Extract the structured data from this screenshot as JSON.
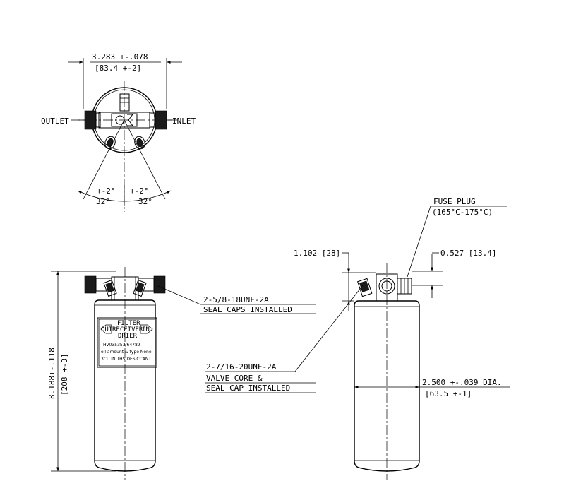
{
  "top_view": {
    "width_dim_in": "3.283 +-.078",
    "width_dim_mm": "[83.4 +-2]",
    "outlet_label": "OUTLET",
    "inlet_label": "INLET",
    "angle_left_tol": "+-2°",
    "angle_left": "32°",
    "angle_right_tol": "+-2°",
    "angle_right": "32°"
  },
  "front_view": {
    "height_dim_in": "8.188+-.118",
    "height_dim_mm": "[208 +-3]",
    "plate_title_1": "FILTER",
    "plate_title_2": "RECEIVER",
    "plate_title_3": "DRIER",
    "plate_out": "OUT",
    "plate_in": "IN",
    "plate_part_no": "HV035353/64789",
    "plate_oil": "oil amount & type None",
    "plate_desiccant": "3CU IN THS DESICCANT"
  },
  "callouts": {
    "seal_caps_1": "2-5/8-18UNF-2A",
    "seal_caps_2": "SEAL CAPS INSTALLED",
    "valve_core_1": "2-7/16-20UNF-2A",
    "valve_core_2": "VALVE CORE &",
    "valve_core_3": "SEAL CAP INSTALLED",
    "fuse_plug_1": "FUSE PLUG",
    "fuse_plug_2": "(165°C-175°C)"
  },
  "side_view": {
    "dim_1102": "1.102 [28]",
    "dim_0527": "0.527 [13.4]",
    "dia_in": "2.500 +-.039 DIA.",
    "dia_mm": "[63.5 +-1]"
  }
}
